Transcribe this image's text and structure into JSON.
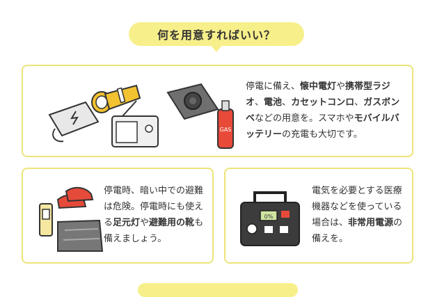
{
  "header": {
    "title": "何を用意すればいい？"
  },
  "cards": [
    {
      "id": "blackout",
      "segments": [
        "停電に備え、",
        "懐中電灯",
        "や",
        "携帯型ラジオ",
        "、",
        "電池",
        "、",
        "カセットコンロ",
        "、",
        "ガスボンベ",
        "などの用意を。スマホや",
        "モバイルバッテリー",
        "の充電も大切です。"
      ],
      "gas_label": "GAS"
    },
    {
      "id": "dark",
      "segments": [
        "停電時、暗い中での避難は危険。停電時にも使える",
        "足元灯",
        "や",
        "避難用の靴",
        "も備えましょう。"
      ]
    },
    {
      "id": "medical",
      "segments": [
        "電気を必要とする医療機器などを使っている場合は、",
        "非常用電源",
        "の備えを。"
      ],
      "battery_display": "0%"
    }
  ],
  "colors": {
    "accent": "#f7ef8a",
    "card_border": "#ece47a",
    "text": "#333333"
  }
}
